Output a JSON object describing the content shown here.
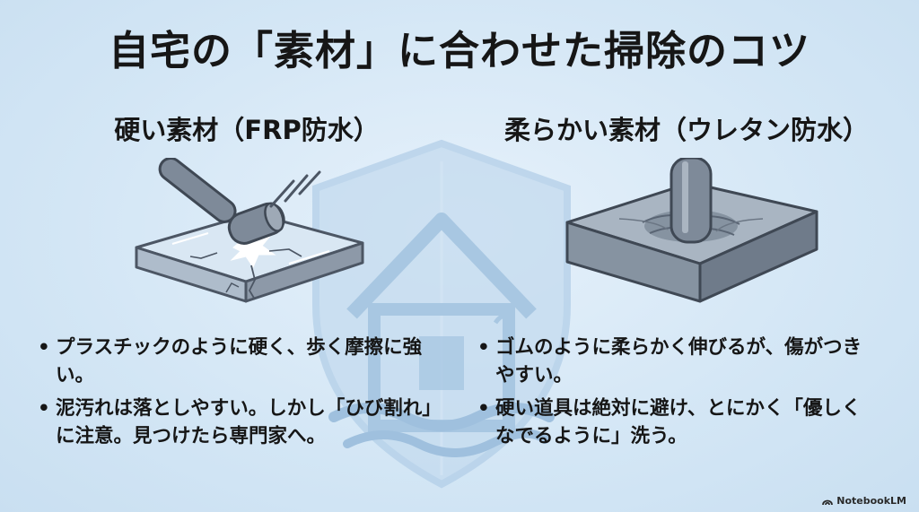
{
  "title": "自宅の「素材」に合わせた掃除のコツ",
  "left": {
    "heading": "硬い素材（FRP防水）",
    "bullets": [
      "プラスチックのように硬く、歩く摩擦に強い。",
      "泥汚れは落としやすい。しかし「ひび割れ」に注意。見つけたら専門家へ。"
    ],
    "illustration_icon": "cracked-hard-surface-hammer-icon"
  },
  "right": {
    "heading": "柔らかい素材（ウレタン防水）",
    "bullets": [
      "ゴムのように柔らかく伸びるが、傷がつきやすい。",
      "硬い道具は絶対に避け、とにかく「優しくなでるように」洗う。"
    ],
    "illustration_icon": "soft-surface-press-icon"
  },
  "background_icon": "shield-house-icon",
  "brand": {
    "label": "NotebookLM",
    "icon": "notebooklm-logo-icon"
  },
  "colors": {
    "background": "#d6e8f6",
    "text": "#161616",
    "shield": "#bcd6ec",
    "material_gray": "#8d99a8"
  }
}
